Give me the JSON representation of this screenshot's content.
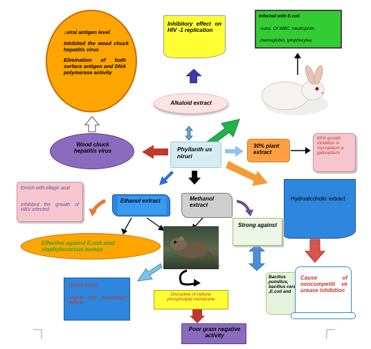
{
  "center": {
    "label": "Phyllanth us niruri"
  },
  "wood_chuck": {
    "label": "Wood chuck hepatitis virus"
  },
  "wood_chuck_effects": {
    "line1": "↓viral antigen level",
    "line2": "Inhibited the wood chuck hepatitis virus",
    "line3": "Elimination of both surface antigen and DNA polymerase activity"
  },
  "hiv": {
    "label": "Inhibitory effect on HIV -1 replication"
  },
  "alkaloid": {
    "label": "Alkaloid extract"
  },
  "ecoli_box": {
    "line1": "Infected with E.coli",
    "line2": "↑conc. Of WBC, neutrophils",
    "line3": "↓hemoglobin, lymphocytes"
  },
  "plant30": {
    "label": "30% plant extract"
  },
  "mycoplasma": {
    "label": "65% growth inhibition in mycoplasm a galiseptium"
  },
  "ellagic": {
    "line1": "Enrich with ellagic acid",
    "line2": "Inhibited the growth of HBV infected"
  },
  "ethanol": {
    "label": "Ethanol extract"
  },
  "methanol": {
    "label": "Methanol extract"
  },
  "hydroalcoholic": {
    "label": "Hydroalcoholic extract"
  },
  "strong": {
    "label": "Strong against"
  },
  "ecoli_effect": {
    "label": "Effective against E.coli amd staphylococcus aureus"
  },
  "callus": {
    "line1": "Grown callus",
    "line2": "Higher anti plasmodium activity"
  },
  "disruptive": {
    "label": "Disruptive of cellular phospholipid membrane"
  },
  "bacillus": {
    "label": "Bacillus pumillus, bacillus ceraus ,E.coli and"
  },
  "urease": {
    "label": "Cause of noncompetiti ve urease inhibition"
  },
  "gram": {
    "label": "Poor gram negative activity"
  },
  "colors": {
    "yellow": "#FFFF33",
    "orange": "#FFA500",
    "green": "#33CC33",
    "purple": "#8A6BBE",
    "blue": "#2E86DE",
    "red": "#C0392B",
    "pink": "#F6C6CE"
  }
}
